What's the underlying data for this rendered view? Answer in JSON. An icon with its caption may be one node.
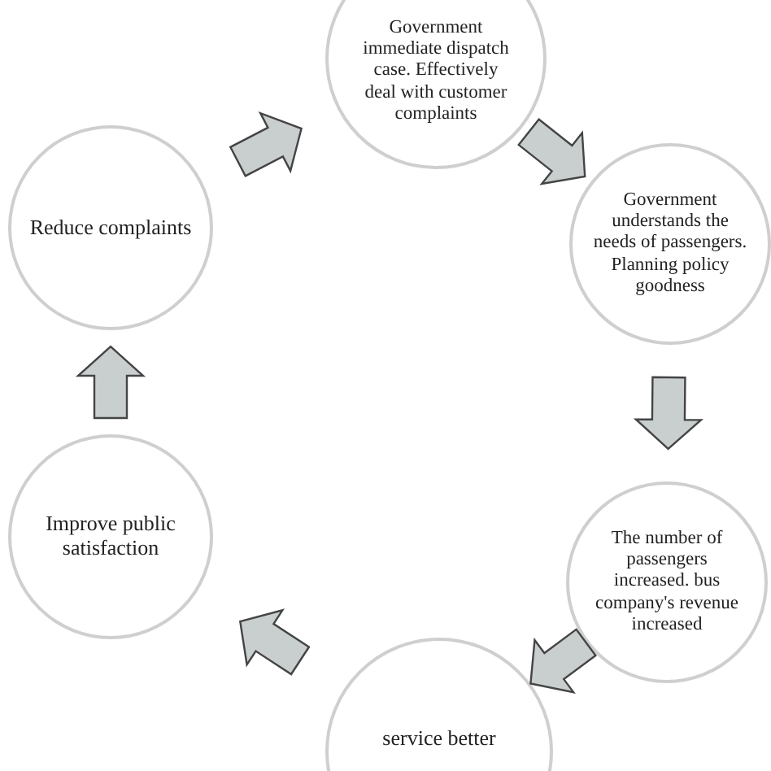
{
  "diagram": {
    "nodes": [
      {
        "text": [
          "Government immediate dispatch case. Effectively deal with customer complaints"
        ]
      },
      {
        "text": [
          "Government understands the needs of passengers. Planning policy goodness"
        ]
      },
      {
        "text": [
          "The number of passengers increased. bus company's revenue increased"
        ]
      },
      {
        "text": [
          "service better"
        ]
      },
      {
        "text": [
          "Improve public satisfaction"
        ]
      },
      {
        "text": [
          "Reduce complaints"
        ]
      }
    ],
    "edges": [
      {
        "from": 0,
        "to": 1,
        "arrow": "to"
      },
      {
        "from": 1,
        "to": 2,
        "arrow": "to"
      },
      {
        "from": 2,
        "to": 3,
        "arrow": "to"
      },
      {
        "from": 3,
        "to": 4,
        "arrow": "to"
      },
      {
        "from": 4,
        "to": 5,
        "arrow": "to"
      },
      {
        "from": 5,
        "to": 0,
        "arrow": "to"
      }
    ]
  }
}
